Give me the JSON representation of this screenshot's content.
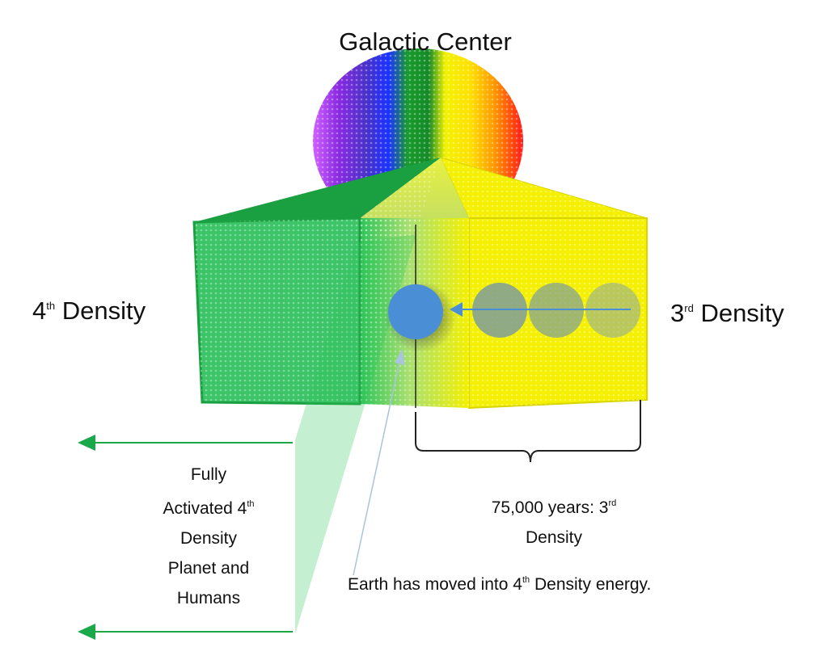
{
  "title": "Galactic Center",
  "labels": {
    "fourth_density": {
      "num": "4",
      "sup": "th",
      "text": "Density"
    },
    "third_density": {
      "num": "3",
      "sup": "rd",
      "text": "Density"
    },
    "fully_activated": {
      "line1": "Fully",
      "line2_pre": "Activated 4",
      "line2_sup": "th",
      "line3": "Density",
      "line4": "Planet and",
      "line5": "Humans"
    },
    "years": {
      "pre": "75,000 years: 3",
      "sup": "rd",
      "line2": "Density"
    },
    "earth_moved": {
      "pre": "Earth has moved into 4",
      "sup": "th",
      "post": " Density energy."
    }
  },
  "colors": {
    "green": "#2ec45a",
    "green_light": "#7dd9a0",
    "yellow": "#f4f000",
    "earth": "#4a8fd6",
    "earth_past": "#7e9e9a",
    "arrow": "#1aa84a",
    "blue_arrow": "#4a8fd6"
  }
}
